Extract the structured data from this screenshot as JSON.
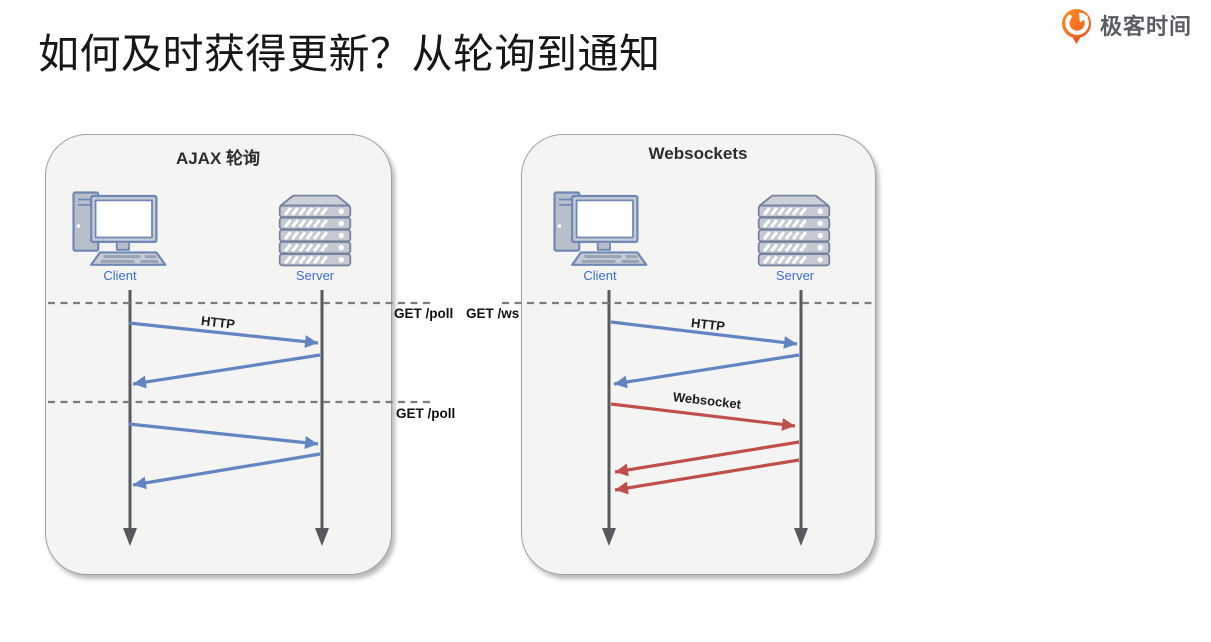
{
  "page": {
    "title": "如何及时获得更新？从轮询到通知"
  },
  "brand": {
    "name": "极客时间"
  },
  "panels": {
    "ajax": {
      "title": "AJAX 轮询",
      "client_label": "Client",
      "server_label": "Server",
      "http_label": "HTTP"
    },
    "websockets": {
      "title": "Websockets",
      "client_label": "Client",
      "server_label": "Server",
      "http_label": "HTTP",
      "websocket_label": "Websocket"
    }
  },
  "annotations": {
    "get_poll_first": "GET /poll",
    "get_ws": "GET /ws",
    "get_poll_second": "GET /poll"
  },
  "colors": {
    "http_arrow": "#6285c2",
    "websocket_arrow": "#bf4f4b",
    "lifeline": "#565a5e",
    "divider_dash": "#7c7c7c",
    "entity_label": "#3c6ed5",
    "panel_background": "#f4f4f2",
    "brand_orange": "#f1551f"
  }
}
